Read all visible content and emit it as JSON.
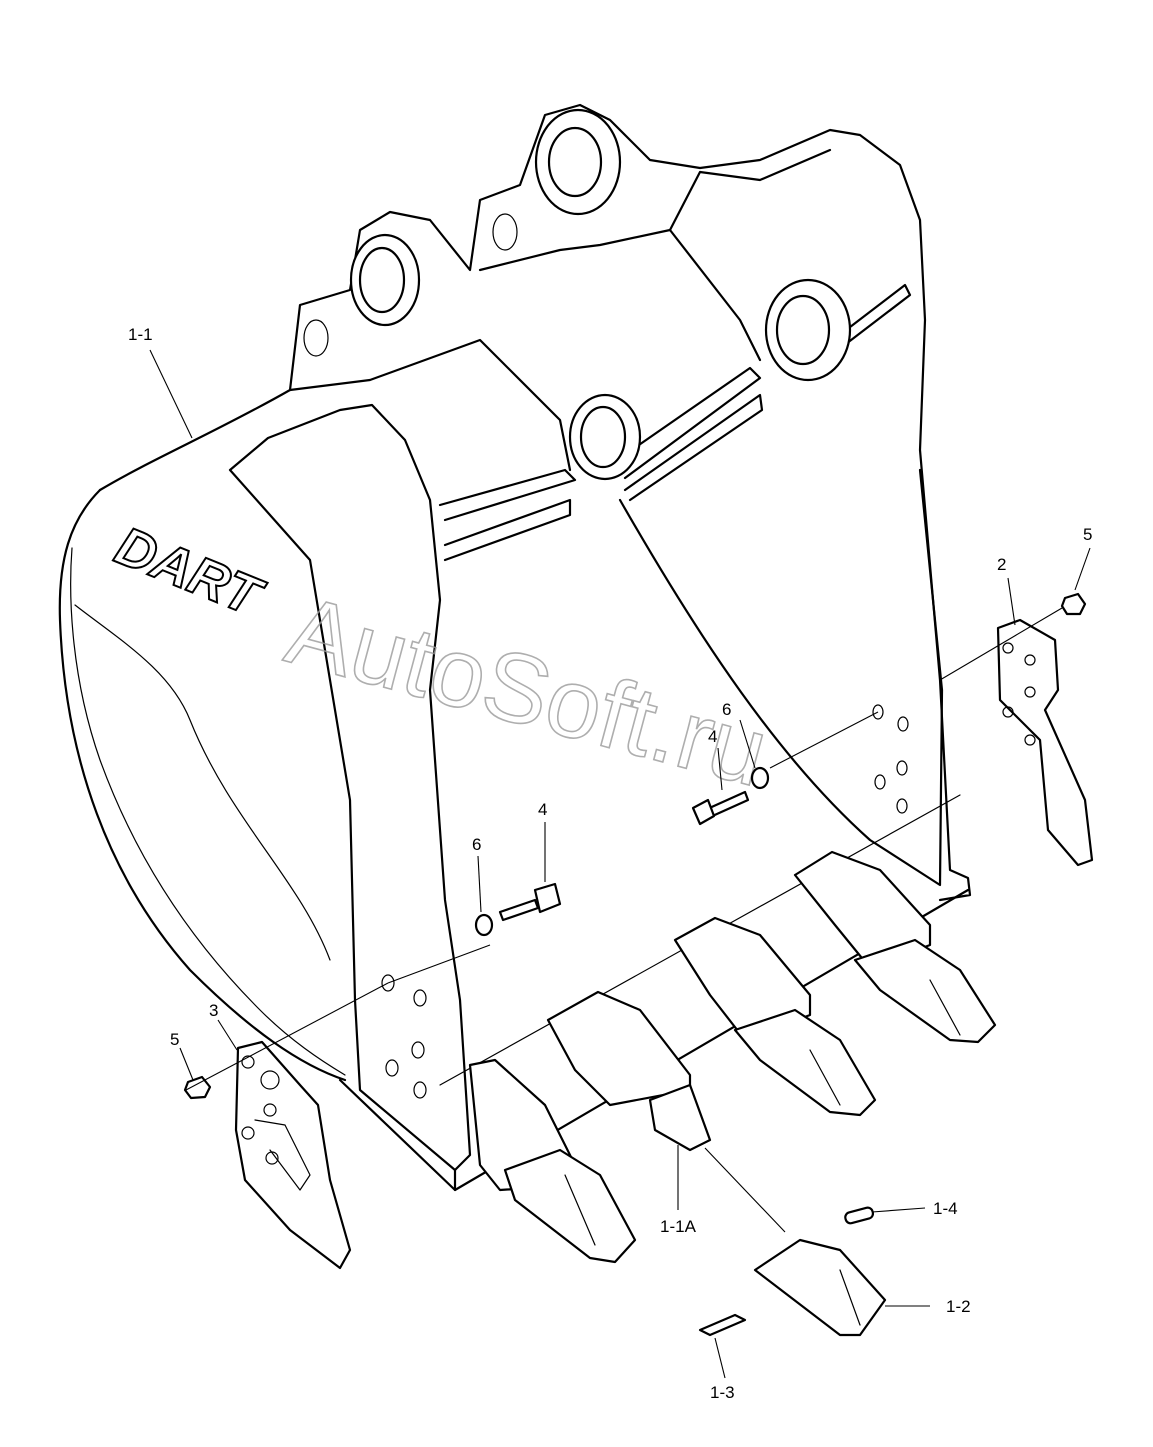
{
  "brand": "DART",
  "watermark": "AutoSoft.ru",
  "callouts": {
    "bucket": "1-1",
    "adapter": "1-1A",
    "tooth_point": "1-2",
    "lock_pin": "1-3",
    "retainer": "1-4",
    "side_cutter_right": "2",
    "side_cutter_left": "3",
    "bolt_left": "4",
    "bolt_right": "4",
    "nut_right": "5",
    "nut_left": "5",
    "washer_left": "6",
    "washer_right": "6"
  }
}
